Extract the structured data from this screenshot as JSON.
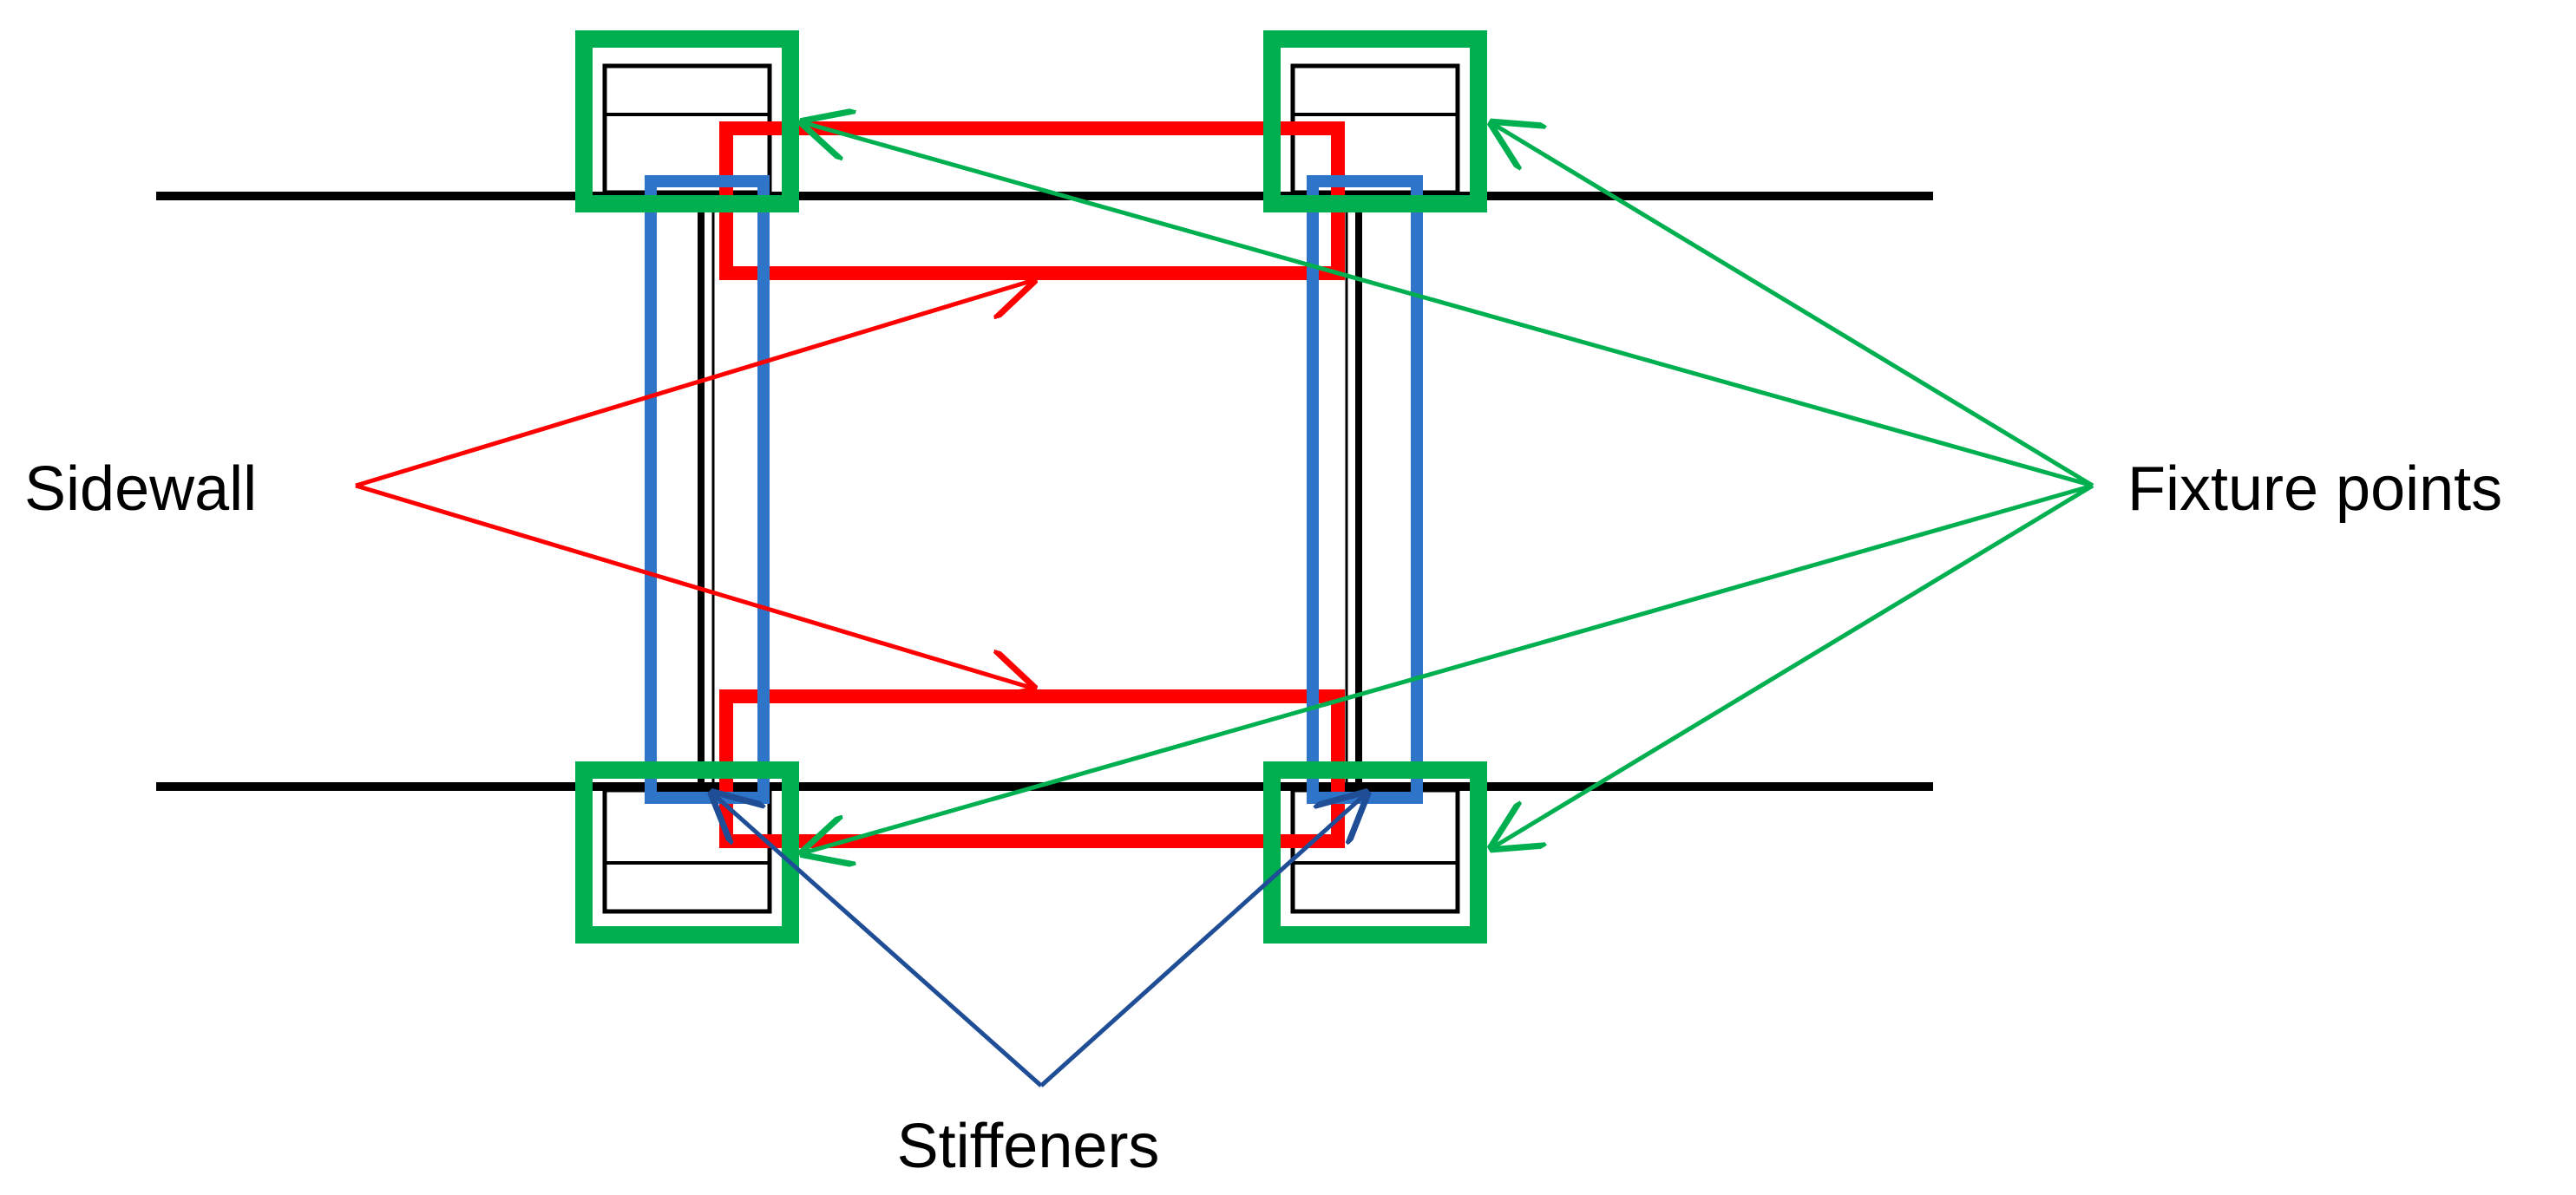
{
  "labels": {
    "sidewall": "Sidewall",
    "fixture_points": "Fixture points",
    "stiffeners": "Stiffeners"
  },
  "colors": {
    "structure": "#000000",
    "sidewall": "#ff0000",
    "fixture_points": "#00b050",
    "stiffeners": "#2e74c8",
    "stiffeners_arrow": "#1f4e96",
    "background": "#ffffff"
  }
}
